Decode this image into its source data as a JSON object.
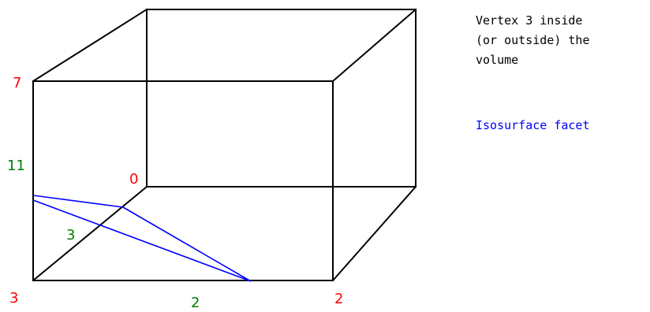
{
  "legend": {
    "note": "Vertex 3 inside\n(or outside) the\nvolume",
    "facet_label": "Isosurface facet"
  },
  "vertex_labels": {
    "v7": "7",
    "v0": "0",
    "v3": "3",
    "v2": "2"
  },
  "edge_labels": {
    "e11": "11",
    "e3": "3",
    "e2": "2"
  },
  "colors": {
    "cube_edges": "#000000",
    "facet": "#0000ff",
    "vertex_labels": "#ff0000",
    "edge_labels": "#008000",
    "background": "#ffffff"
  }
}
